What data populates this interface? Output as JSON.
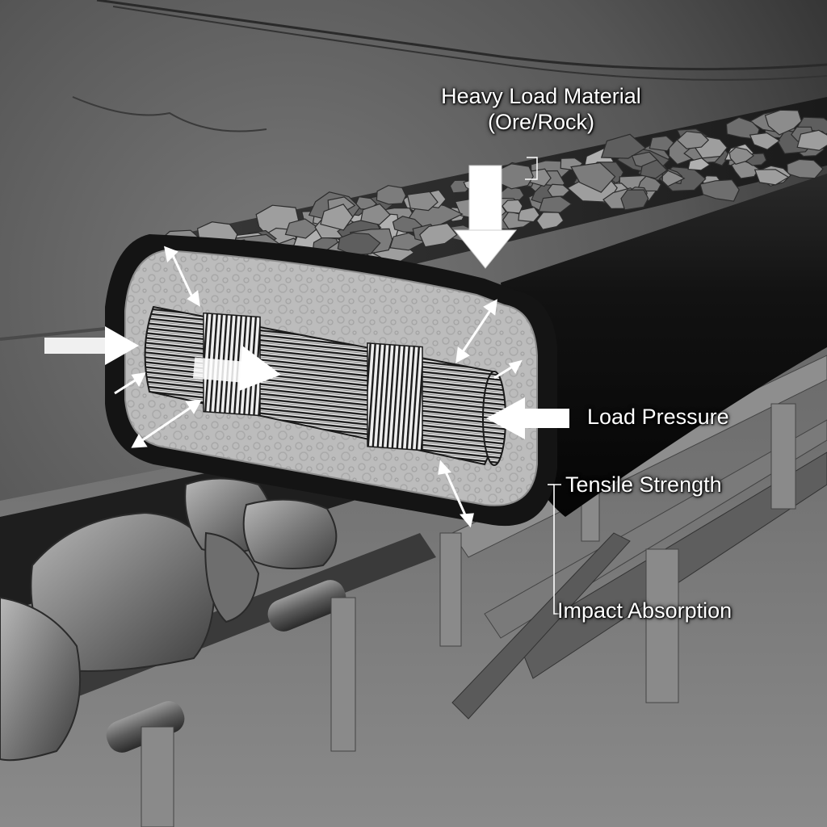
{
  "labels": {
    "heavy_load": {
      "line1": "Heavy Load Material",
      "line2": "(Ore/Rock)"
    },
    "load_pressure": "Load Pressure",
    "tensile_strength": "Tensile Strength",
    "impact_absorption": "Impact Absorption"
  },
  "colors": {
    "belt_rubber": "#161616",
    "cushion_layer": "#bdbdbd",
    "fabric_core": "#e8e8e8",
    "arrow": "#ffffff",
    "tunnel_wall": "#5c5c5c"
  },
  "icons": [
    "pressure-arrow-icon",
    "flex-double-arrow-icon",
    "tension-arrow-icon"
  ]
}
